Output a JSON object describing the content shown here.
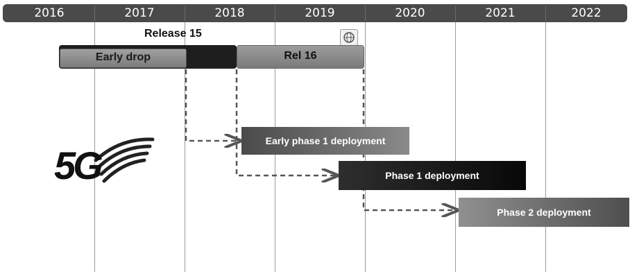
{
  "timeline": {
    "years": [
      "2016",
      "2017",
      "2018",
      "2019",
      "2020",
      "2021",
      "2022"
    ]
  },
  "releases": {
    "release15_title": "Release 15",
    "early_drop_label": "Early drop",
    "rel16_label": "Rel 16"
  },
  "deployments": {
    "early_phase1": "Early phase 1 deployment",
    "phase1": "Phase 1 deployment",
    "phase2": "Phase 2 deployment"
  },
  "logo": {
    "text": "5G",
    "icon": "5g-signal-icon"
  },
  "badge": {
    "icon": "itu-logo-icon"
  },
  "colors": {
    "year_bar": "#4a4a4a",
    "early_drop": "#8c8c8c",
    "release15": "#1e1e1e",
    "rel16": "#8a8a8a",
    "phase_dark": "#101010",
    "arrow": "#555555"
  }
}
